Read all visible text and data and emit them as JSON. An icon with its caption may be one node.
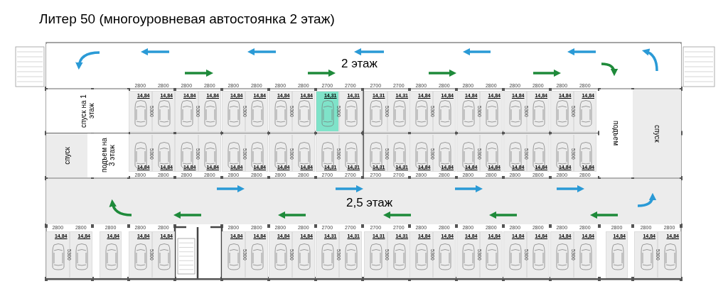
{
  "diagram": {
    "title": "Литер 50 (многоуровневая автостоянка 2 этаж)",
    "nodes": [
      {
        "text": [
          "2 этаж"
        ]
      },
      {
        "text": [
          "спуск на 1 этаж"
        ]
      },
      {
        "text": [
          "14,84"
        ]
      },
      {
        "text": [
          "14,84"
        ]
      },
      {
        "text": [
          "14,84"
        ]
      },
      {
        "text": [
          "14,84"
        ]
      },
      {
        "text": [
          "14,84"
        ]
      },
      {
        "text": [
          "14,84"
        ]
      },
      {
        "text": [
          "14,84"
        ]
      },
      {
        "text": [
          "14,84"
        ]
      },
      {
        "text": [
          "14,31"
        ]
      },
      {
        "text": [
          "14,31"
        ]
      },
      {
        "text": [
          "14,31"
        ]
      },
      {
        "text": [
          "14,31"
        ]
      },
      {
        "text": [
          "14,84"
        ]
      },
      {
        "text": [
          "14,84"
        ]
      },
      {
        "text": [
          "14,84"
        ]
      },
      {
        "text": [
          "14,84"
        ]
      },
      {
        "text": [
          "14,84"
        ]
      },
      {
        "text": [
          "14,84"
        ]
      },
      {
        "text": [
          "14,84"
        ]
      },
      {
        "text": [
          "14,84"
        ]
      },
      {
        "text": [
          "подъем"
        ]
      },
      {
        "text": [
          "спуск"
        ]
      },
      {
        "text": [
          "спуск"
        ]
      },
      {
        "text": [
          "подъем на 3 этаж"
        ]
      },
      {
        "text": [
          "14,84"
        ]
      },
      {
        "text": [
          "14,84"
        ]
      },
      {
        "text": [
          "14,84"
        ]
      },
      {
        "text": [
          "14,84"
        ]
      },
      {
        "text": [
          "14,84"
        ]
      },
      {
        "text": [
          "14,84"
        ]
      },
      {
        "text": [
          "14,84"
        ]
      },
      {
        "text": [
          "14,84"
        ]
      },
      {
        "text": [
          "14,31"
        ]
      },
      {
        "text": [
          "14,31"
        ]
      },
      {
        "text": [
          "14,31"
        ]
      },
      {
        "text": [
          "14,31"
        ]
      },
      {
        "text": [
          "14,84"
        ]
      },
      {
        "text": [
          "14,84"
        ]
      },
      {
        "text": [
          "14,84"
        ]
      },
      {
        "text": [
          "14,84"
        ]
      },
      {
        "text": [
          "14,84"
        ]
      },
      {
        "text": [
          "14,84"
        ]
      },
      {
        "text": [
          "14,84"
        ]
      },
      {
        "text": [
          "14,84"
        ]
      },
      {
        "text": [
          "2,5 этаж"
        ]
      },
      {
        "text": [
          "14,84"
        ]
      },
      {
        "text": [
          "14,84"
        ]
      },
      {
        "text": [
          "14,84"
        ]
      },
      {
        "text": [
          "14,84"
        ]
      },
      {
        "text": [
          "14,84"
        ]
      },
      {
        "text": [
          "14,84"
        ]
      },
      {
        "text": [
          "14,84"
        ]
      },
      {
        "text": [
          "14,84"
        ]
      },
      {
        "text": [
          "14,84"
        ]
      },
      {
        "text": [
          "14,31"
        ]
      },
      {
        "text": [
          "14,31"
        ]
      },
      {
        "text": [
          "14,31"
        ]
      },
      {
        "text": [
          "14,31"
        ]
      },
      {
        "text": [
          "14,84"
        ]
      },
      {
        "text": [
          "14,84"
        ]
      },
      {
        "text": [
          "14,84"
        ]
      },
      {
        "text": [
          "14,84"
        ]
      },
      {
        "text": [
          "14,84"
        ]
      },
      {
        "text": [
          "14,84"
        ]
      },
      {
        "text": [
          "14,84"
        ]
      },
      {
        "text": [
          "14,84"
        ]
      },
      {
        "text": [
          "14,84"
        ]
      },
      {
        "text": [
          "14,84"
        ]
      },
      {
        "text": [
          "14,84"
        ]
      }
    ],
    "labels": [
      "2800",
      "2800",
      "2800",
      "2800",
      "2800",
      "2800",
      "2800",
      "2800",
      "2700",
      "2700",
      "2700",
      "2700",
      "2800",
      "2800",
      "2800",
      "2800",
      "2800",
      "2800",
      "2800",
      "2800",
      "5300",
      "5300",
      "5300",
      "5300",
      "5300",
      "5300",
      "5300",
      "5300",
      "5300",
      "5300",
      "5300",
      "5300",
      "5300",
      "5300",
      "5300",
      "5300",
      "5300",
      "5300",
      "5300",
      "5300",
      "2800",
      "2800",
      "2800",
      "2800",
      "2800",
      "2800",
      "2800",
      "2800",
      "2700",
      "2700",
      "2700",
      "2700",
      "2800",
      "2800",
      "2800",
      "2800",
      "2800",
      "2800",
      "2800",
      "2800",
      "2800",
      "2800",
      "2800",
      "2800",
      "2800",
      "2800",
      "2800",
      "2800",
      "2800",
      "2700",
      "2700",
      "2700",
      "2700",
      "2800",
      "2800",
      "2800",
      "2800",
      "2800",
      "2800",
      "2800",
      "2800",
      "2800",
      "2800",
      "2800",
      "5300",
      "5300",
      "5300",
      "5300",
      "5300",
      "5300",
      "5300",
      "5300",
      "5300",
      "5300",
      "5300"
    ]
  }
}
